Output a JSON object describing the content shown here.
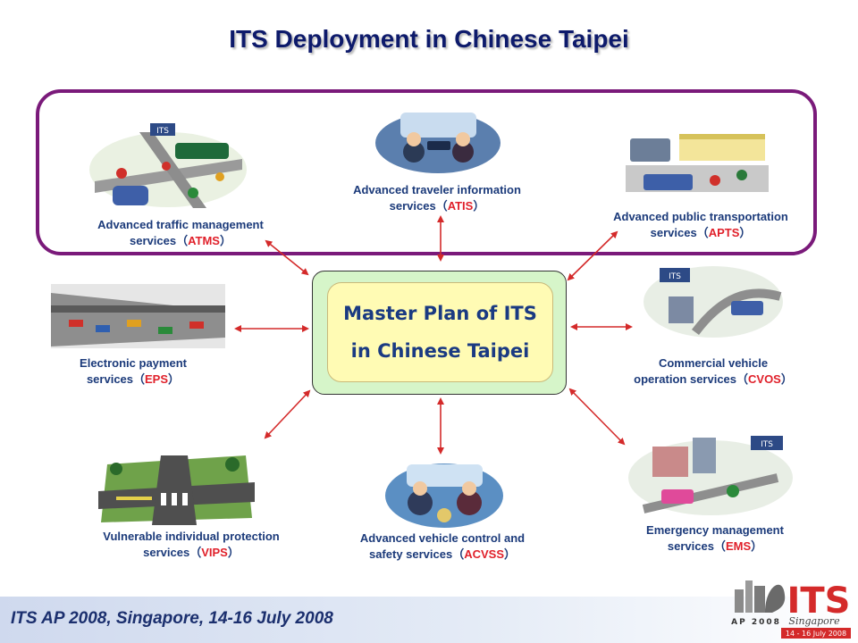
{
  "title": "ITS Deployment in Chinese Taipei",
  "master": {
    "line1": "Master Plan of ITS",
    "line2": "in Chinese Taipei"
  },
  "services": {
    "atms": {
      "line1": "Advanced traffic management",
      "line2_pre": "services（",
      "abbr": "ATMS",
      "line2_post": "）"
    },
    "atis": {
      "line1": "Advanced traveler information",
      "line2_pre": "services（",
      "abbr": "ATIS",
      "line2_post": "）"
    },
    "apts": {
      "line1": "Advanced public transportation",
      "line2_pre": "services（",
      "abbr": "APTS",
      "line2_post": "）"
    },
    "eps": {
      "line1": "Electronic payment",
      "line2_pre": "services（",
      "abbr": "EPS",
      "line2_post": "）"
    },
    "cvos": {
      "line1": "Commercial vehicle",
      "line2_pre": "operation services（",
      "abbr": "CVOS",
      "line2_post": "）"
    },
    "vips": {
      "line1": "Vulnerable individual protection",
      "line2_pre": "services（",
      "abbr": "VIPS",
      "line2_post": "）"
    },
    "acvss": {
      "line1": "Advanced vehicle control and",
      "line2_pre": "safety services（",
      "abbr": "ACVSS",
      "line2_post": "）"
    },
    "ems": {
      "line1": "Emergency management",
      "line2_pre": "services（",
      "abbr": "EMS",
      "line2_post": "）"
    }
  },
  "footer": {
    "text": "ITS AP 2008, Singapore, 14-16 July 2008"
  },
  "logo": {
    "mark": "ITS",
    "edition": "AP 2008",
    "city": "Singapore",
    "dates": "14 - 16 July 2008"
  },
  "colors": {
    "title": "#0d1a6b",
    "group_border": "#7a1a7a",
    "label": "#1b3a7a",
    "abbr": "#e0202a",
    "arrow": "#d42a2a",
    "master_outer": "#d6f5c9",
    "master_inner": "#fffbb4",
    "master_text": "#1a3a82"
  }
}
